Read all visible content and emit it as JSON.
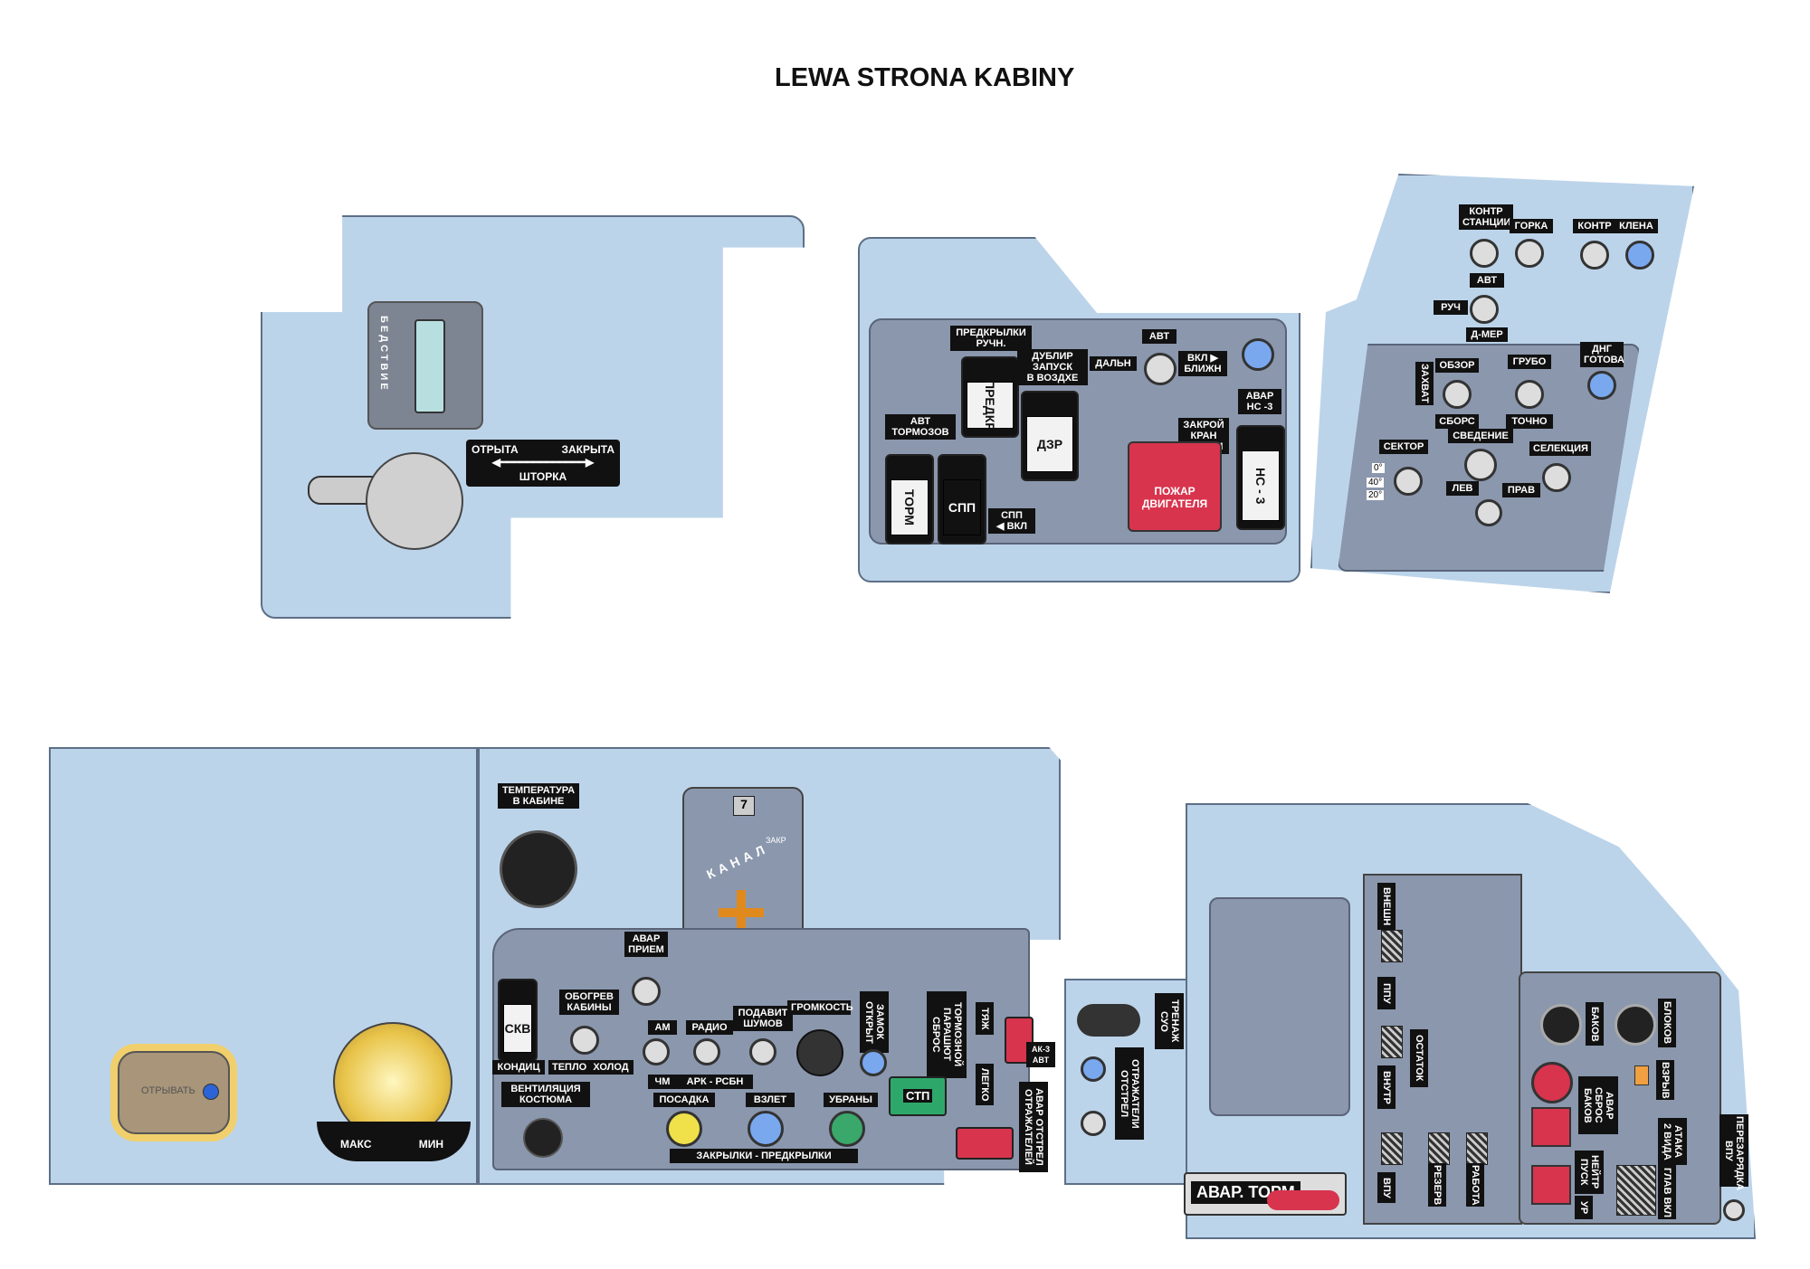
{
  "title": "LEWA STRONA KABINY",
  "top_left": {
    "bedstvie": "БЕДСТВИЕ",
    "otkryta": "ОТРЫТА",
    "zakryta": "ЗАКРЫТА",
    "shtorka": "ШТОРКА"
  },
  "top_center": {
    "predkrylki": "ПРЕДКРЫЛКИ\nРУЧН.",
    "predkr": "ПРЕДКР",
    "dublir": "ДУБЛИР\nЗАПУСК\nВ ВОЗДХЕ",
    "dzr": "ДЗР",
    "avt": "АВТ",
    "dalnii": "ДАЛЬН",
    "vkl_blizhn": "ВКЛ ▶\nБЛИЖН",
    "avar_ns": "АВАР\nНС -3",
    "avt_tormozov": "АВТ\nТОРМОЗОВ",
    "torm": "ТОРМ",
    "spp": "СПП",
    "spp_vkl": "СПП\n◀ ВКЛ",
    "zakroi": "ЗАКРОЙ\nКРАН\nНАЖМИ",
    "pozhar": "ПОЖАР\nДВИГАТЕЛЯ",
    "ns3": "НС - 3"
  },
  "top_right": {
    "kontr_stancii": "КОНТР\nСТАНЦИИ",
    "gorka": "ГОРКА",
    "kontr": "КОНТР",
    "klena": "КЛЕНА",
    "avt": "АВТ",
    "ruch": "РУЧ",
    "d_mer": "Д-МЕР",
    "zahvat": "ЗАХВАТ",
    "obzor": "ОБЗОР",
    "sbros": "СБОРС",
    "grubo": "ГРУБО",
    "tochno": "ТОЧНО",
    "dng": "ДНГ\nГОТОВА",
    "sektor": "СЕКТОР",
    "svedenie": "СВЕДЕНИЕ",
    "selekcia": "СЕЛЕКЦИЯ",
    "lev": "ЛЕВ",
    "prav": "ПРАВ",
    "deg0": "0°",
    "deg40": "40°",
    "deg20": "20°"
  },
  "bottom_left": {
    "otryvat": "ОТРЫВАТЬ",
    "maks": "МАКС",
    "min": "МИН"
  },
  "bottom_center": {
    "temp": "ТЕМПЕРАТУРА\nВ КАБИНЕ",
    "kanal": "КАНАЛ",
    "zakr": "ЗАКР",
    "channel_no": "7",
    "avar_priem": "АВАР\nПРИЕМ",
    "skv": "СКВ",
    "obogrev": "ОБОГРЕВ\nКАБИНЫ",
    "kondic": "КОНДИЦ",
    "teplo": "ТЕПЛО",
    "holod": "ХОЛОД",
    "am": "АМ",
    "chm": "ЧМ",
    "radio": "РАДИО",
    "ark": "АРК - РСБН",
    "podavit": "ПОДАВИТ\nШУМОВ",
    "gromkost": "ГРОМКОСТЬ",
    "zamok": "ЗАМОК\nОТКРЫТ",
    "tormoz": "ТОРМОЗНОЙ\nПАРАШЮТ\nСБРОС",
    "stp": "СТП",
    "tyazh": "ТЯЖ",
    "legko": "ЛЕГКО",
    "ventil": "ВЕНТИЛЯЦИЯ\nКОСТЮМА",
    "posadka": "ПОСАДКА",
    "vzlet": "ВЗЛЕТ",
    "ubrany": "УБРАНЫ",
    "zakrylki": "ЗАКРЫЛКИ - ПРЕДКРЫЛКИ",
    "avar_otstrel": "АВАР ОТСТРЕЛ\nОТРАЖАТЕЛЕЙ",
    "ak3": "АК-3\nАВТ"
  },
  "bottom_right": {
    "trenazh": "ТРЕНАЖ\nСУО",
    "otrazhateli": "ОТРАЖАТЕЛИ\nОТСТРЕЛ",
    "avar_torm": "АВАР. ТОРМ",
    "vneshn": "ВНЕШН",
    "ppu": "ППУ",
    "vnutr": "ВНУТР",
    "vpu": "ВПУ",
    "rezerv": "РЕЗЕРВ",
    "rabota": "РАБОТА",
    "ostatok": "ОСТАТОК",
    "peresarka": "ПЕРЕЗАРЯДКА\nВПУ",
    "bakov": "БАКОВ",
    "blokov": "БЛОКОВ",
    "avar_sbros": "АВАР\nСБРОС\nБАКОВ",
    "ataka": "АТАКА\n2 ВИДА",
    "glav_vkl": "ГЛАВ ВКЛ",
    "vzryv": "ВЗРЫВ",
    "neitr": "НЕЙТР\nПУСК",
    "ur": "УР"
  },
  "colors": {
    "panel": "#bcd4ea",
    "sub": "#8a97ad",
    "red": "#d8344e",
    "yellow": "#f0e04a",
    "blue": "#5a8fe0",
    "green": "#3aa86a"
  }
}
